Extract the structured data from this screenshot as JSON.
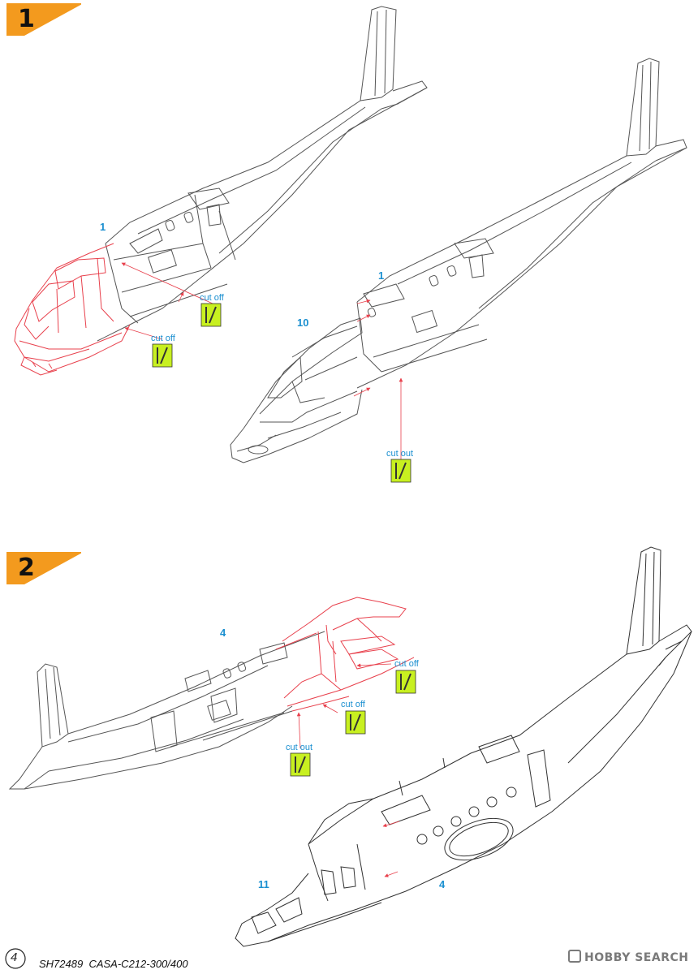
{
  "steps": [
    {
      "number": "1"
    },
    {
      "number": "2"
    }
  ],
  "parts": {
    "s1_left": "1",
    "s1_right": "1",
    "s1_ten": "10",
    "s2_left": "4",
    "s2_right_eleven": "11",
    "s2_right_four": "4"
  },
  "labels": {
    "cut_off": "cut off",
    "cut_out": "cut out"
  },
  "footer": {
    "page_number": "4",
    "kit_code": "SH72489",
    "model": "CASA-C212-300/400"
  },
  "watermark": {
    "text": "HOBBY SEARCH"
  },
  "colors": {
    "accent_orange": "#f39a1e",
    "highlight_red": "#e8404c",
    "label_blue": "#1a8fd0",
    "cut_icon_green": "#c8f020",
    "line_gray": "#555555"
  }
}
